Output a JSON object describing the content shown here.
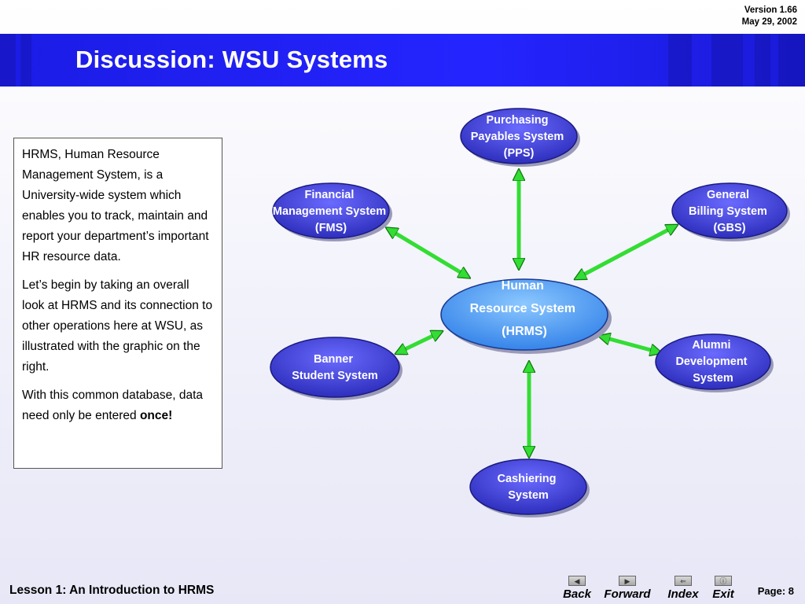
{
  "header": {
    "version": "Version 1.66",
    "date": "May 29, 2002",
    "title": "Discussion:  WSU Systems"
  },
  "textbox": {
    "p1": "HRMS, Human Resource Management System, is a University-wide system which enables you to track, maintain and report your department’s important HR resource data.",
    "p2": "Let’s begin by taking an overall look at HRMS and its connection to other operations here at WSU, as illustrated with the graphic on the right.",
    "p3_prefix": "With this common database, data need only be entered ",
    "p3_bold": "once!"
  },
  "diagram": {
    "center": [
      "Human",
      "Resource System",
      "(HRMS)"
    ],
    "pps": [
      "Purchasing",
      "Payables System",
      "(PPS)"
    ],
    "fms": [
      "Financial",
      "Management System",
      "(FMS)"
    ],
    "gbs": [
      "General",
      "Billing System",
      "(GBS)"
    ],
    "banner": [
      "Banner",
      "Student System"
    ],
    "alumni": [
      "Alumni",
      "Development",
      "System"
    ],
    "cashiering": [
      "Cashiering",
      "System"
    ]
  },
  "footer": {
    "lesson": "Lesson 1: An Introduction to HRMS",
    "back": "Back",
    "forward": "Forward",
    "index": "Index",
    "exit": "Exit",
    "page": "Page: 8"
  },
  "colors": {
    "banner": "#2424ff",
    "node_fill": "#3a3ad0",
    "center_fill": "#3a8ff0",
    "arrow": "#33dd33"
  }
}
